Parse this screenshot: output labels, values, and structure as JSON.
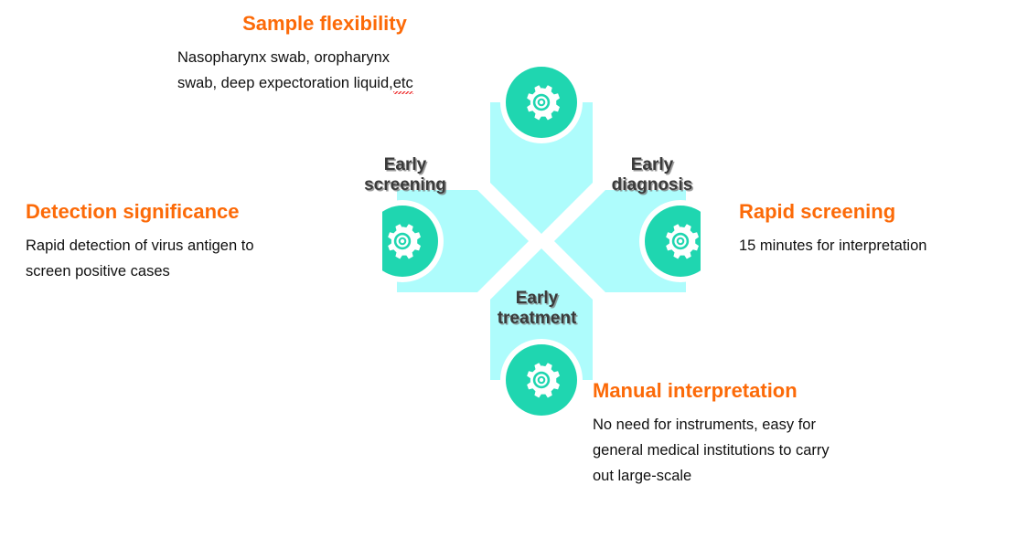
{
  "colors": {
    "accent_orange": "#FC6A08",
    "petal_cyan": "#AEFCFC",
    "node_teal": "#1FD6B0",
    "label_gray": "#3A3A3A",
    "background": "#FFFFFF"
  },
  "callouts": {
    "sample_flexibility": {
      "headline": "Sample flexibility",
      "lines": [
        "Nasopharynx  swab, oropharynx",
        "swab, deep expectoration liquid,"
      ],
      "trailing_word": "etc"
    },
    "detection_significance": {
      "headline": "Detection significance",
      "lines": [
        "Rapid detection of virus  antigen to",
        "screen positive cases"
      ]
    },
    "rapid_screening": {
      "headline": "Rapid screening",
      "lines": [
        "15 minutes for interpretation"
      ]
    },
    "manual_interpretation": {
      "headline": "Manual interpretation",
      "lines": [
        "No need for instruments, easy for",
        "general medical institutions to carry",
        "out large-scale"
      ]
    }
  },
  "diagram": {
    "type": "pinwheel",
    "arms": [
      {
        "id": "top",
        "label_line1": "",
        "label_line2": "",
        "icon": "gear-icon"
      },
      {
        "id": "left",
        "label_line1": "Early",
        "label_line2": "screening",
        "icon": "gear-icon"
      },
      {
        "id": "right",
        "label_line1": "Early",
        "label_line2": "diagnosis",
        "icon": "gear-icon"
      },
      {
        "id": "bottom",
        "label_line1": "Early",
        "label_line2": "treatment",
        "icon": "gear-icon"
      }
    ]
  }
}
